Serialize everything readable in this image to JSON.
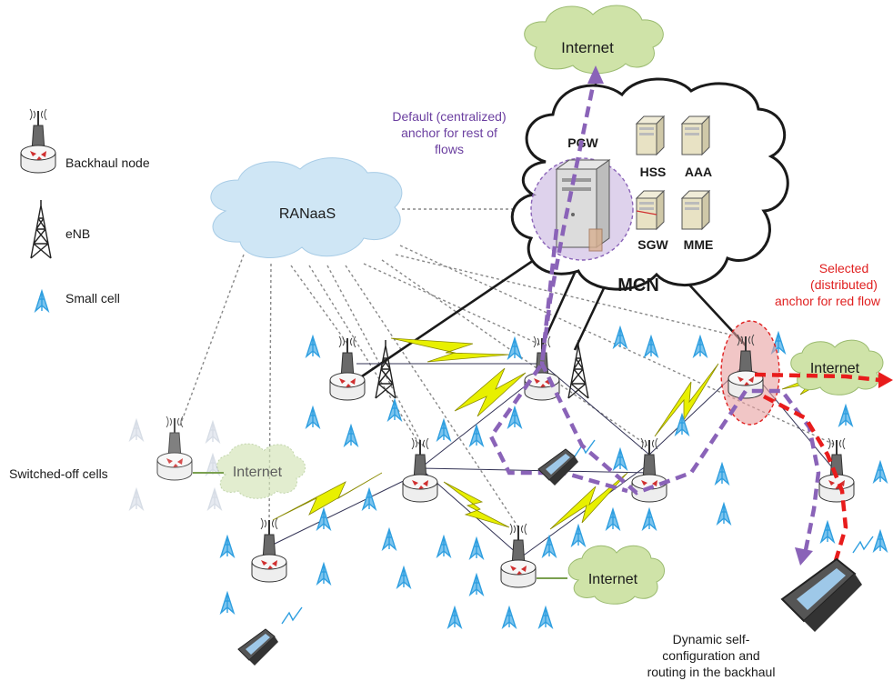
{
  "legend": {
    "backhaul_node": "Backhaul node",
    "enb": "eNB",
    "small_cell": "Small cell"
  },
  "clouds": {
    "internet_top": "Internet",
    "ranaas": "RANaaS",
    "mcn": "MCN",
    "internet_right": "Internet",
    "internet_left": "Internet",
    "internet_bottom": "Internet"
  },
  "core": {
    "pgw": "PGW",
    "hss": "HSS",
    "aaa": "AAA",
    "sgw": "SGW",
    "mme": "MME"
  },
  "annotations": {
    "default_anchor": [
      "Default (centralized)",
      "anchor for rest of",
      "flows"
    ],
    "selected_anchor": [
      "Selected",
      "(distributed)",
      "anchor for red flow"
    ],
    "switched_off": "Switched-off cells",
    "dynamic": [
      "Dynamic self-",
      "configuration and",
      "routing in the backhaul"
    ]
  },
  "colors": {
    "internet_cloud": "#cfe3a8",
    "ranaas_cloud": "#cfe6f5",
    "purple_flow": "#8a63b8",
    "red_flow": "#e81c1c",
    "anchor_red": "#e8a0a0",
    "anchor_purple": "#c8b4e0",
    "lightning": "#e8f000",
    "small_cell": "#2f9fe0"
  }
}
